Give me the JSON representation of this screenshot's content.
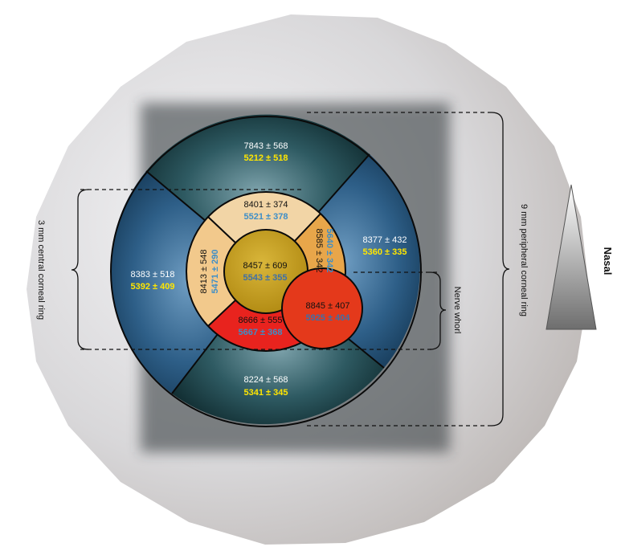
{
  "colors": {
    "outer_disc": "#d9d7d8",
    "dark_iris": "#153438",
    "blue_iris": "#2c5f85",
    "central_ring_pale": "#f2d5a6",
    "central_ring_orange": "#e8a64a",
    "central_ring_red": "#e8231e",
    "center_gold": "#c7a022",
    "whorl_red": "#e4391b",
    "yellow_text": "#ffe600",
    "blue_text": "#3e8ec7"
  },
  "sectors": {
    "superior": {
      "top": "7843 ± 568",
      "bottom": "5212 ± 518",
      "bottom_color": "yellow"
    },
    "temporal": {
      "top": "8383 ± 518",
      "bottom": "5392 ± 409",
      "bottom_color": "yellow"
    },
    "nasal": {
      "top": "8377 ± 432",
      "bottom": "5360 ± 335",
      "bottom_color": "yellow"
    },
    "inferior": {
      "top": "8224 ± 568",
      "bottom": "5341 ± 345",
      "bottom_color": "yellow"
    }
  },
  "central_ring": {
    "superior": {
      "top": "8401 ± 374",
      "bottom": "5521 ± 378",
      "bottom_color": "blue"
    },
    "temporal": {
      "top": "8413 ± 548",
      "bottom": "5471 ± 290",
      "bottom_color": "blue"
    },
    "nasal": {
      "top": "8585 ± 342",
      "bottom": "5640 ± 342",
      "bottom_color": "blue"
    },
    "inferior": {
      "top": "8666 ± 555",
      "bottom": "5667 ± 368",
      "bottom_color": "blue"
    }
  },
  "center": {
    "top": "8457 ± 609",
    "bottom": "5543 ± 355",
    "bottom_color": "blue"
  },
  "whorl": {
    "top": "8845 ± 407",
    "bottom": "5925 ± 404",
    "bottom_color": "blue"
  },
  "labels": {
    "central_ring": "3 mm central corneal ring",
    "peripheral_ring": "9 mm peripheral corneal ring",
    "nerve_whorl": "Nerve whorl",
    "nasal": "Nasal"
  }
}
